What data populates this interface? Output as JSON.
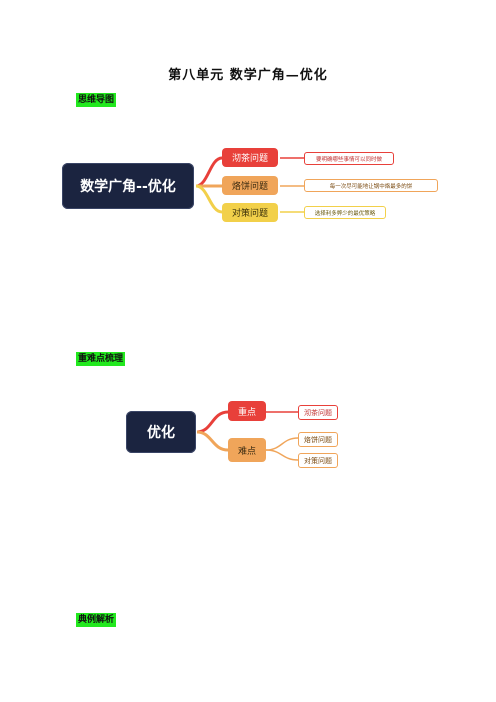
{
  "title": "第八单元 数学广角—优化",
  "section1_label": "思维导图",
  "section2_label": "重难点梳理",
  "section3_label": "典例解析",
  "mindmap1": {
    "root": "数学广角--优化",
    "branches": [
      {
        "label": "沏茶问题",
        "note": "要明确哪些事情可以同时做",
        "color": "#e8403a"
      },
      {
        "label": "烙饼问题",
        "note": "每一次尽可能地让锅中烙最多的饼",
        "color": "#f0a55a"
      },
      {
        "label": "对策问题",
        "note": "选择利多弊少的最优策略",
        "color": "#f2d04a"
      }
    ]
  },
  "mindmap2": {
    "root": "优化",
    "key_label": "重点",
    "key_items": [
      "沏茶问题"
    ],
    "hard_label": "难点",
    "hard_items": [
      "烙饼问题",
      "对策问题"
    ]
  }
}
